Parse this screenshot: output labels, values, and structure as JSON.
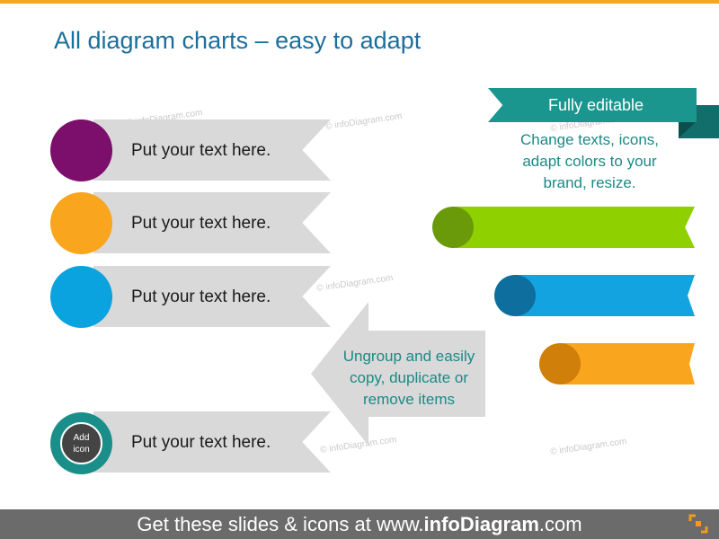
{
  "title": "All diagram charts – easy to adapt",
  "items": [
    {
      "label": "Put your text here.",
      "color": "#7b0f6b"
    },
    {
      "label": "Put your text here.",
      "color": "#f9a61e"
    },
    {
      "label": "Put your text here.",
      "color": "#0aa2df"
    },
    {
      "label": "Put your text here.",
      "icon_line1": "Add",
      "icon_line2": "icon",
      "color": "#1a8f8a"
    }
  ],
  "fully_editable": {
    "label": "Fully editable",
    "description": "Change texts, icons, adapt colors to your brand, resize."
  },
  "arrow_text": "Ungroup and easily copy, duplicate or remove items",
  "ribbons": [
    {
      "color": "#8fd000",
      "cap_color": "#6a9a0a"
    },
    {
      "color": "#12a3e0",
      "cap_color": "#0e6f9e"
    },
    {
      "color": "#f9a61e",
      "cap_color": "#cf7f0a"
    }
  ],
  "watermark": "© infoDiagram.com",
  "footer": {
    "prefix": "Get these slides & icons at www.",
    "brand": "infoDiagram",
    "suffix": ".com"
  }
}
